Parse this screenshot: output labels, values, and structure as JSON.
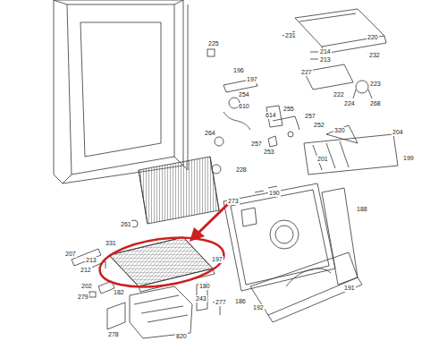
{
  "diagram": {
    "labels": [
      "225",
      "231",
      "220",
      "196",
      "197",
      "214",
      "213",
      "232",
      "227",
      "254",
      "610",
      "222",
      "223",
      "614",
      "224",
      "268",
      "255",
      "257",
      "264",
      "252",
      "257",
      "253",
      "320",
      "204",
      "201",
      "199",
      "228",
      "190",
      "273",
      "188",
      "261",
      "207",
      "213",
      "212",
      "331",
      "197",
      "202",
      "279",
      "182",
      "243",
      "277",
      "278",
      "820",
      "180",
      "186",
      "192",
      "191"
    ]
  }
}
